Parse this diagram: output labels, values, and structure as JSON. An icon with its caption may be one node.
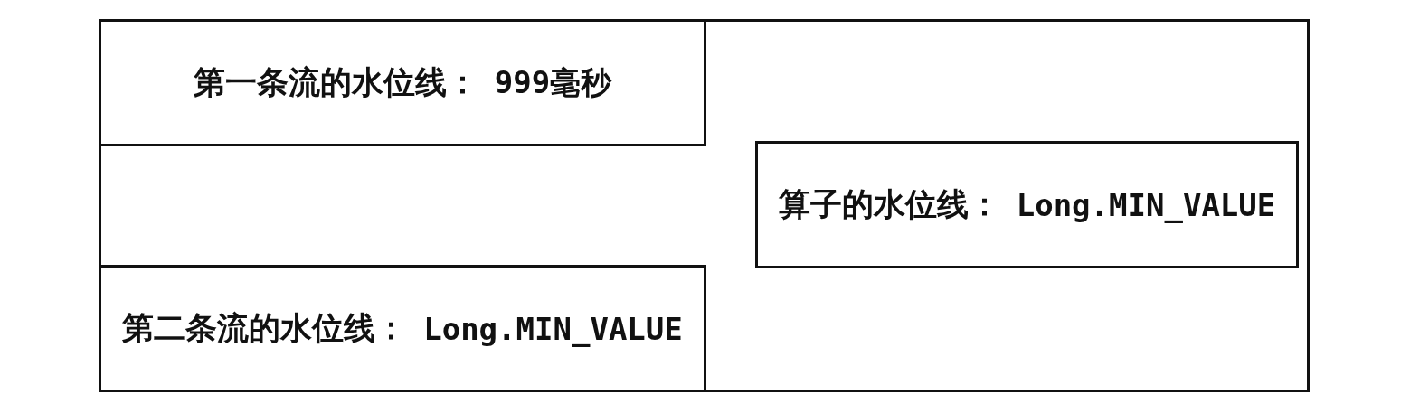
{
  "diagram": {
    "nodes": [
      {
        "text": [],
        "shape": "box"
      },
      {
        "text": [
          "第一条流的水位线：",
          "999毫秒"
        ],
        "in": 0
      },
      {
        "text": [
          "算子的水位线：",
          "Long.MIN_VALUE"
        ],
        "in": 0
      },
      {
        "text": [
          "第二条流的水位线：",
          "Long.MIN_VALUE"
        ],
        "in": 0
      }
    ]
  }
}
